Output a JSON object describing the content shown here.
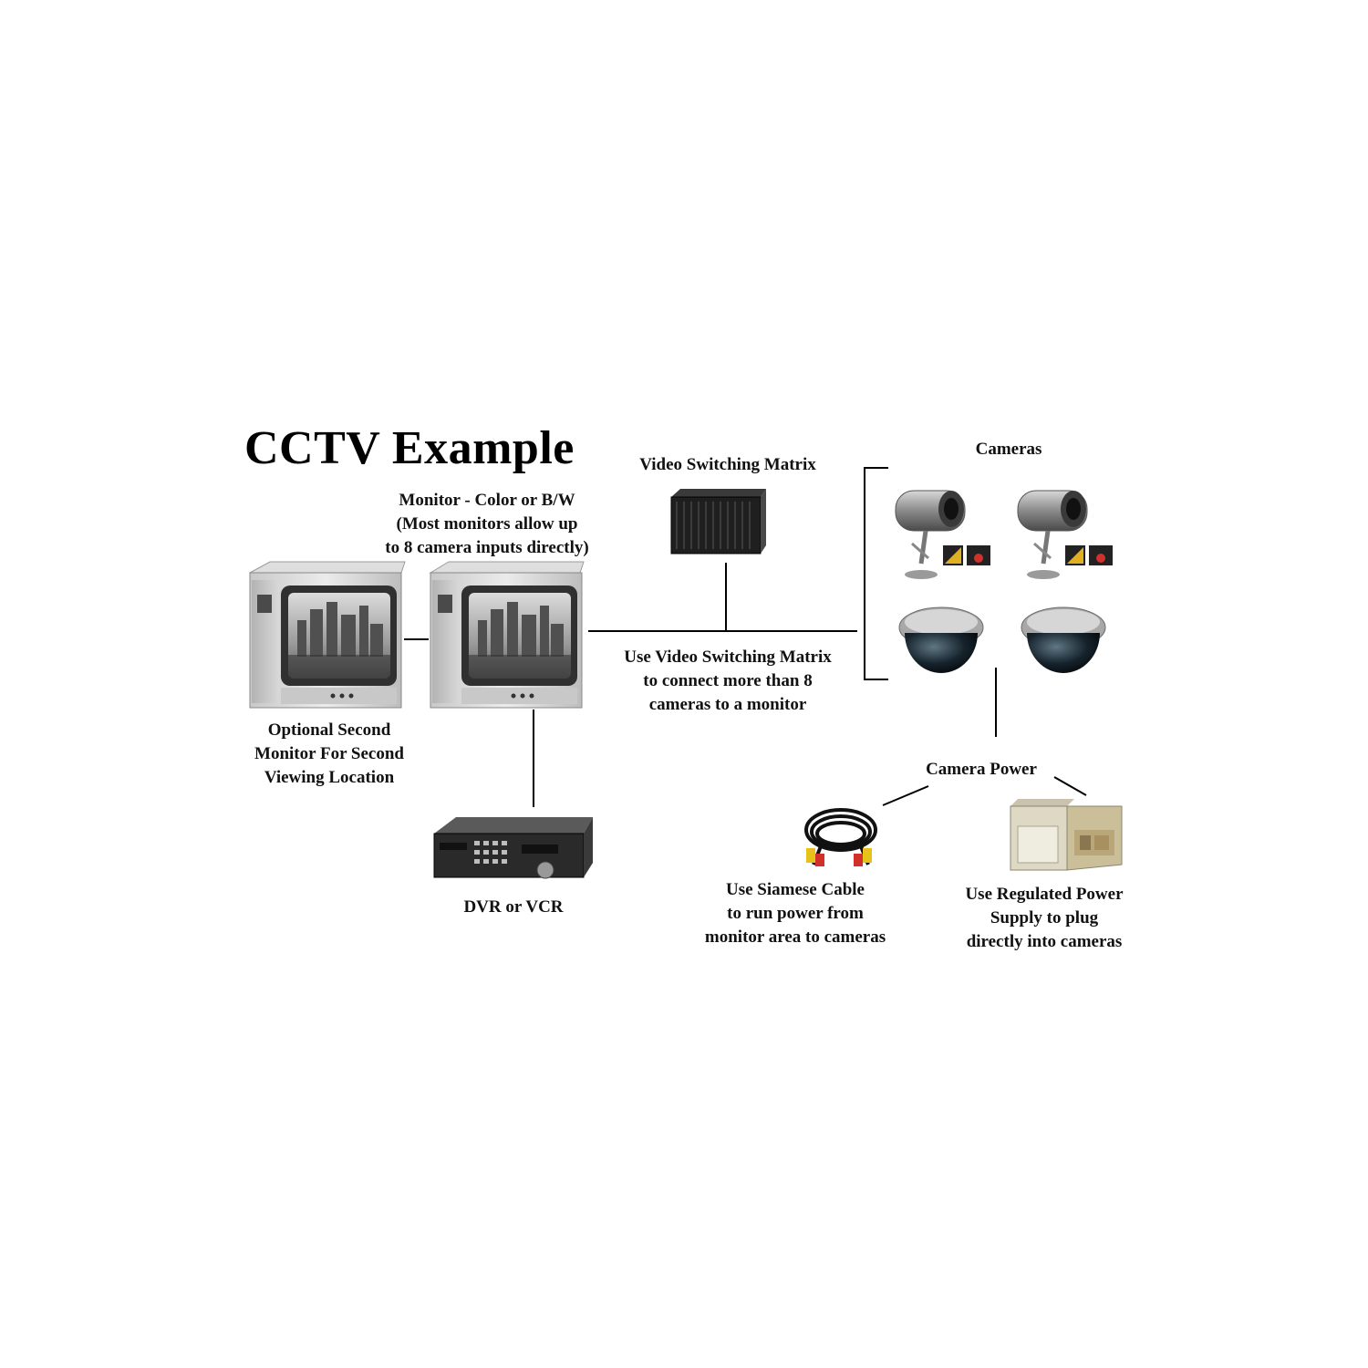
{
  "title": "CCTV Example",
  "labels": {
    "video_matrix": "Video Switching Matrix",
    "monitor_1": "Monitor - Color or B/W",
    "monitor_2": "(Most monitors allow  up",
    "monitor_3": "to 8 camera inputs directly)",
    "cameras": "Cameras",
    "use_matrix_1": "Use Video Switching Matrix",
    "use_matrix_2": "to connect more than 8",
    "use_matrix_3": "cameras to a monitor",
    "second_monitor_1": "Optional Second",
    "second_monitor_2": "Monitor For Second",
    "second_monitor_3": "Viewing Location",
    "camera_power": "Camera Power",
    "dvr": "DVR or VCR",
    "siamese_1": "Use Siamese Cable",
    "siamese_2": "to run power from",
    "siamese_3": "monitor area to cameras",
    "regulated_1": "Use Regulated Power",
    "regulated_2": "Supply to plug",
    "regulated_3": "directly into cameras"
  }
}
